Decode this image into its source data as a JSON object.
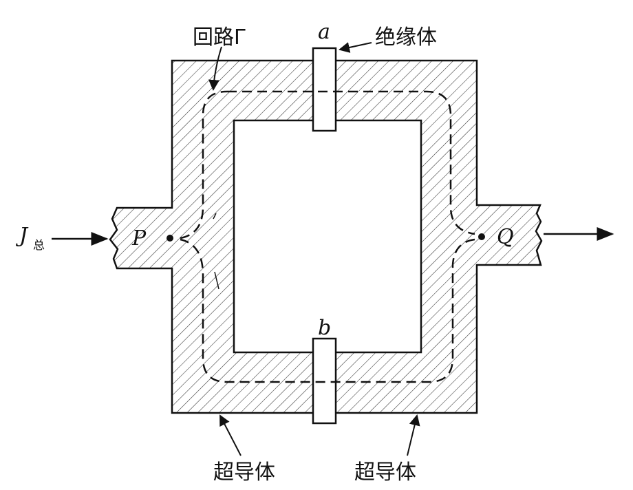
{
  "labels": {
    "loop": "回路Γ",
    "insulator_top_letter": "a",
    "insulator_bottom_letter": "b",
    "insulator": "绝缘体",
    "current_symbol": "J",
    "current_subscript": "总",
    "point_p": "P",
    "point_q": "Q",
    "superconductor_left": "超导体",
    "superconductor_right": "超导体"
  },
  "colors": {
    "ink": "#111111",
    "background": "#ffffff"
  }
}
